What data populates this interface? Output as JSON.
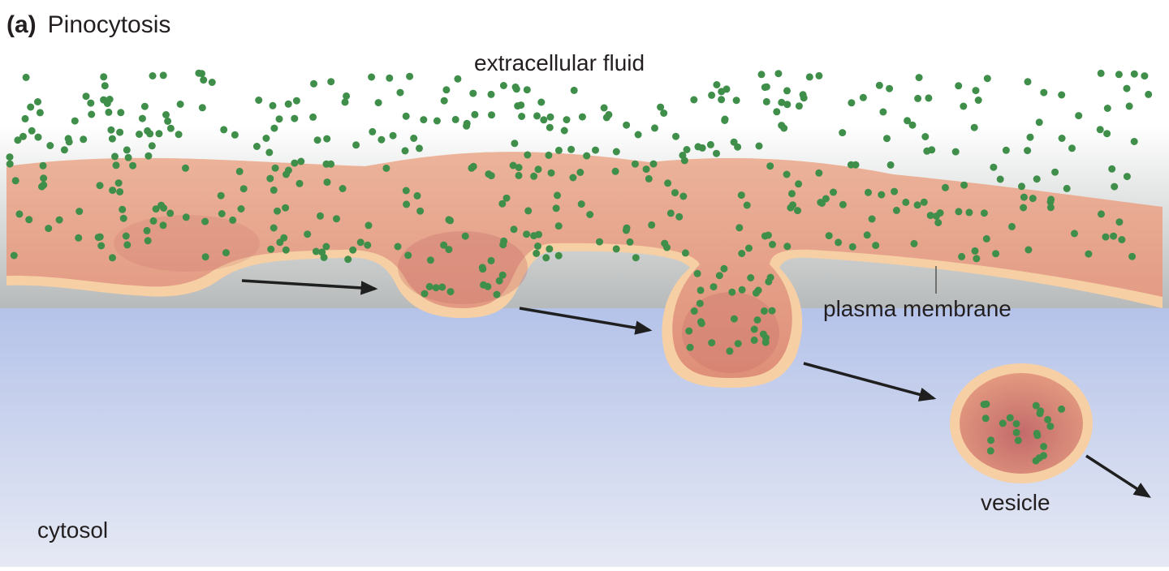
{
  "figure": {
    "panel_letter": "(a)",
    "title": "Pinocytosis"
  },
  "labels": {
    "extracellular": "extracellular fluid",
    "membrane": "plasma membrane",
    "vesicle": "vesicle",
    "cytosol": "cytosol"
  },
  "colors": {
    "extracellular_top": "#ffffff",
    "extracellular_bottom": "#b9bcbc",
    "fluid_region": "#e39a80",
    "fluid_region_dark": "#c9706a",
    "membrane_edge": "#f6cfa4",
    "cytosol_top": "#a7b8e6",
    "cytosol_bottom": "#e4e8f4",
    "solute_particle": "#3f8f4b",
    "arrow": "#1f1f1f"
  },
  "icons": {
    "process_arrow": "arrow-right-icon",
    "solute": "solute-particle"
  }
}
